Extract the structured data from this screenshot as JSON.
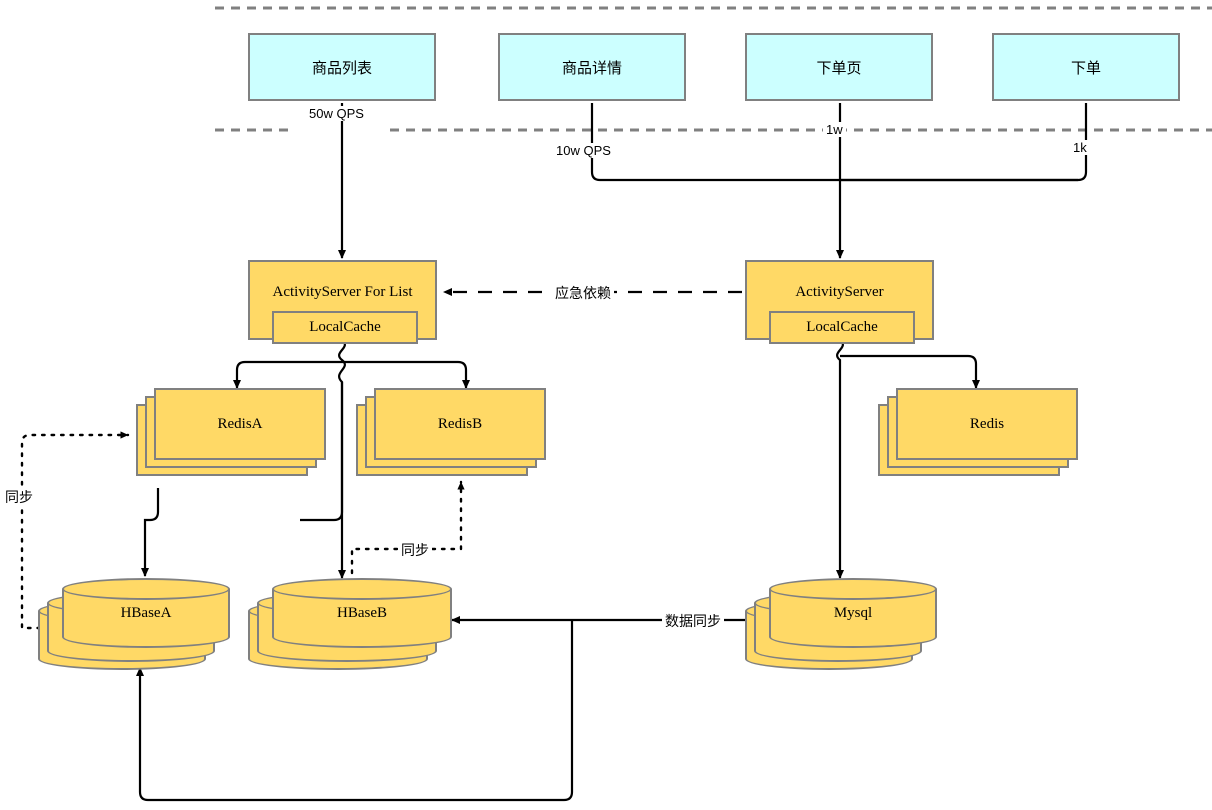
{
  "diagram": {
    "title": "Activity system architecture (QPS layering)",
    "colors": {
      "page_box_fill": "#ccffff",
      "service_fill": "#ffd966",
      "node_stroke": "#808080",
      "wire": "#000000",
      "divider": "#808080"
    },
    "front_nodes": [
      {
        "id": "product-list",
        "label": "商品列表"
      },
      {
        "id": "product-detail",
        "label": "商品详情"
      },
      {
        "id": "order-page",
        "label": "下单页"
      },
      {
        "id": "order-submit",
        "label": "下单"
      }
    ],
    "traffic_labels": [
      {
        "id": "qps-50w",
        "label": "50w QPS"
      },
      {
        "id": "qps-10w",
        "label": "10w QPS"
      },
      {
        "id": "qps-1w",
        "label": "1w"
      },
      {
        "id": "qps-1k",
        "label": "1k"
      }
    ],
    "services": [
      {
        "id": "activityserver-for-list",
        "label": "ActivityServer For List",
        "cache": "LocalCache"
      },
      {
        "id": "activityserver",
        "label": "ActivityServer",
        "cache": "LocalCache"
      }
    ],
    "caches": [
      {
        "id": "redis-a",
        "label": "RedisA"
      },
      {
        "id": "redis-b",
        "label": "RedisB"
      },
      {
        "id": "redis",
        "label": "Redis"
      }
    ],
    "stores": [
      {
        "id": "hbase-a",
        "label": "HBaseA"
      },
      {
        "id": "hbase-b",
        "label": "HBaseB"
      },
      {
        "id": "mysql",
        "label": "Mysql"
      }
    ],
    "edge_labels": [
      {
        "id": "emergency-dependency",
        "label": "应急依赖"
      },
      {
        "id": "sync-left",
        "label": "同步"
      },
      {
        "id": "sync-middle",
        "label": "同步"
      },
      {
        "id": "data-sync",
        "label": "数据同步"
      }
    ]
  }
}
